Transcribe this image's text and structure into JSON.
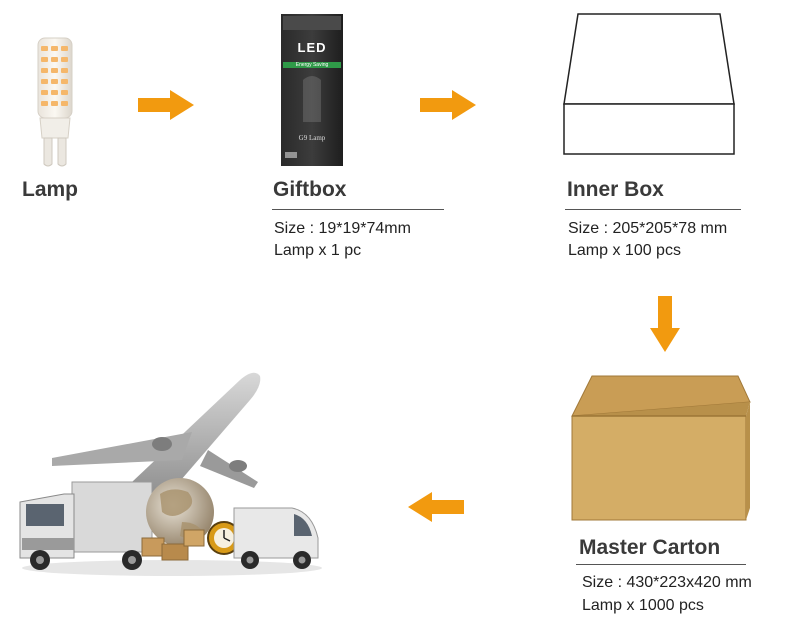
{
  "colors": {
    "arrow": "#f29a0f",
    "carton": "#d4ad66",
    "carton_dark": "#b8904a",
    "rule": "#555555"
  },
  "steps": {
    "lamp": {
      "title": "Lamp"
    },
    "giftbox": {
      "title": "Giftbox",
      "size": "Size : 19*19*74mm",
      "qty": "Lamp x 1 pc",
      "box_brand": "LED",
      "box_tagline": "Energy Saving",
      "box_model": "G9 Lamp"
    },
    "inner_box": {
      "title": "Inner Box",
      "size": "Size : 205*205*78  mm",
      "qty": "Lamp x 100 pcs"
    },
    "master_carton": {
      "title": "Master Carton",
      "size": "Size : 430*223x420 mm",
      "qty": "Lamp x 1000 pcs"
    },
    "shipping": {
      "icon": "shipping-logistics-icon"
    }
  },
  "arrows": [
    "arrow-right",
    "arrow-right",
    "arrow-down",
    "arrow-left"
  ]
}
